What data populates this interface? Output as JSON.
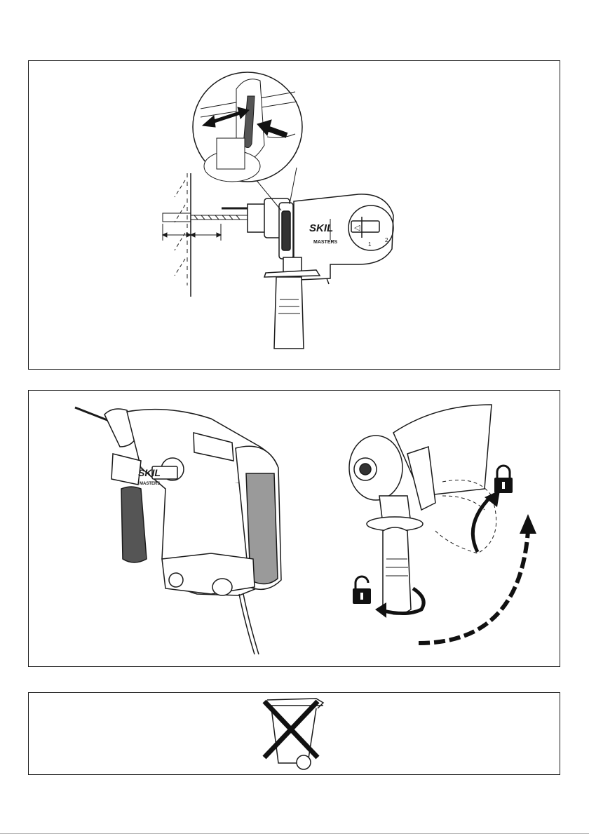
{
  "figure_1": {
    "brand_logo": "SKIL",
    "model_label": "MASTERS",
    "dial_mark": "◁",
    "dial_setting_1": "1",
    "dial_setting_2": "2"
  },
  "figure_2": {
    "brand_logo": "SKIL",
    "model_label": "MASTERS",
    "icons": [
      "lock-closed-icon",
      "lock-open-icon",
      "rotate-arrow-icon",
      "swing-arrow-icon"
    ]
  },
  "figure_3": {
    "icons": [
      "crossed-out-wheelie-bin-icon"
    ]
  },
  "colors": {
    "line": "#1a1a1a",
    "grip_grey": "#9a9a9a",
    "dark_grip": "#555555",
    "arrow": "#111111"
  }
}
